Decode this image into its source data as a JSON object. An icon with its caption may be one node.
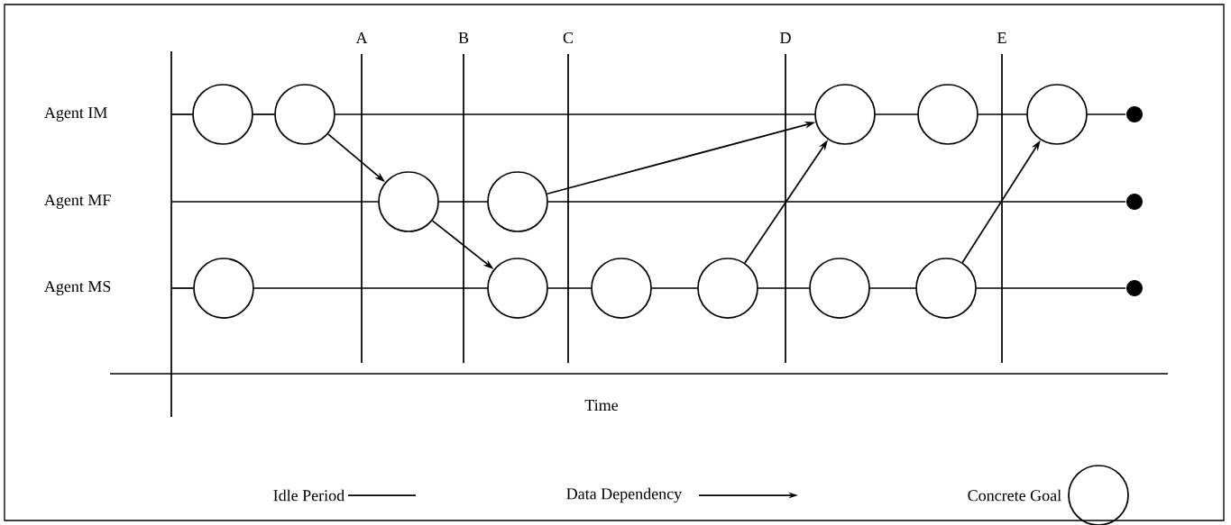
{
  "diagram": {
    "nodes": [
      {
        "text": [],
        "shape": "circle"
      },
      {
        "text": [],
        "shape": "circle"
      },
      {
        "text": [],
        "shape": "circle"
      },
      {
        "text": [],
        "shape": "circle"
      },
      {
        "text": [],
        "shape": "circle"
      },
      {
        "text": [],
        "shape": "dot"
      },
      {
        "text": [],
        "shape": "circle"
      },
      {
        "text": [],
        "shape": "circle"
      },
      {
        "text": [],
        "shape": "dot"
      },
      {
        "text": [],
        "shape": "circle"
      },
      {
        "text": [],
        "shape": "circle"
      },
      {
        "text": [],
        "shape": "circle"
      },
      {
        "text": [],
        "shape": "circle"
      },
      {
        "text": [],
        "shape": "circle"
      },
      {
        "text": [],
        "shape": "circle"
      },
      {
        "text": [],
        "shape": "dot"
      }
    ],
    "edges": [
      {
        "from": null,
        "to": 0,
        "arrow": "none"
      },
      {
        "from": 0,
        "to": 1,
        "arrow": "none"
      },
      {
        "from": 1,
        "to": 2,
        "arrow": "none"
      },
      {
        "from": 2,
        "to": 3,
        "arrow": "none"
      },
      {
        "from": 3,
        "to": 4,
        "arrow": "none"
      },
      {
        "from": 4,
        "to": 5,
        "arrow": "none"
      },
      {
        "from": null,
        "to": 6,
        "arrow": "none"
      },
      {
        "from": 6,
        "to": 7,
        "arrow": "none"
      },
      {
        "from": 7,
        "to": 8,
        "arrow": "none"
      },
      {
        "from": null,
        "to": 9,
        "arrow": "none"
      },
      {
        "from": 9,
        "to": 10,
        "arrow": "none"
      },
      {
        "from": 10,
        "to": 11,
        "arrow": "none"
      },
      {
        "from": 11,
        "to": 12,
        "arrow": "none"
      },
      {
        "from": 12,
        "to": 13,
        "arrow": "none"
      },
      {
        "from": 13,
        "to": 14,
        "arrow": "none"
      },
      {
        "from": 14,
        "to": 15,
        "arrow": "none"
      },
      {
        "from": 1,
        "to": 6,
        "arrow": "to"
      },
      {
        "from": 6,
        "to": 10,
        "arrow": "to"
      },
      {
        "from": 7,
        "to": 2,
        "arrow": "to"
      },
      {
        "from": 12,
        "to": 2,
        "arrow": "to"
      },
      {
        "from": 14,
        "to": 4,
        "arrow": "to"
      }
    ],
    "labels": [
      "Agent IM",
      "Agent MF",
      "Agent MS",
      "A",
      "B",
      "C",
      "D",
      "E",
      "Time"
    ],
    "legend": [
      {
        "text": "Idle Period"
      },
      {
        "text": "Data Dependency"
      },
      {
        "text": "Concrete Goal"
      }
    ]
  }
}
